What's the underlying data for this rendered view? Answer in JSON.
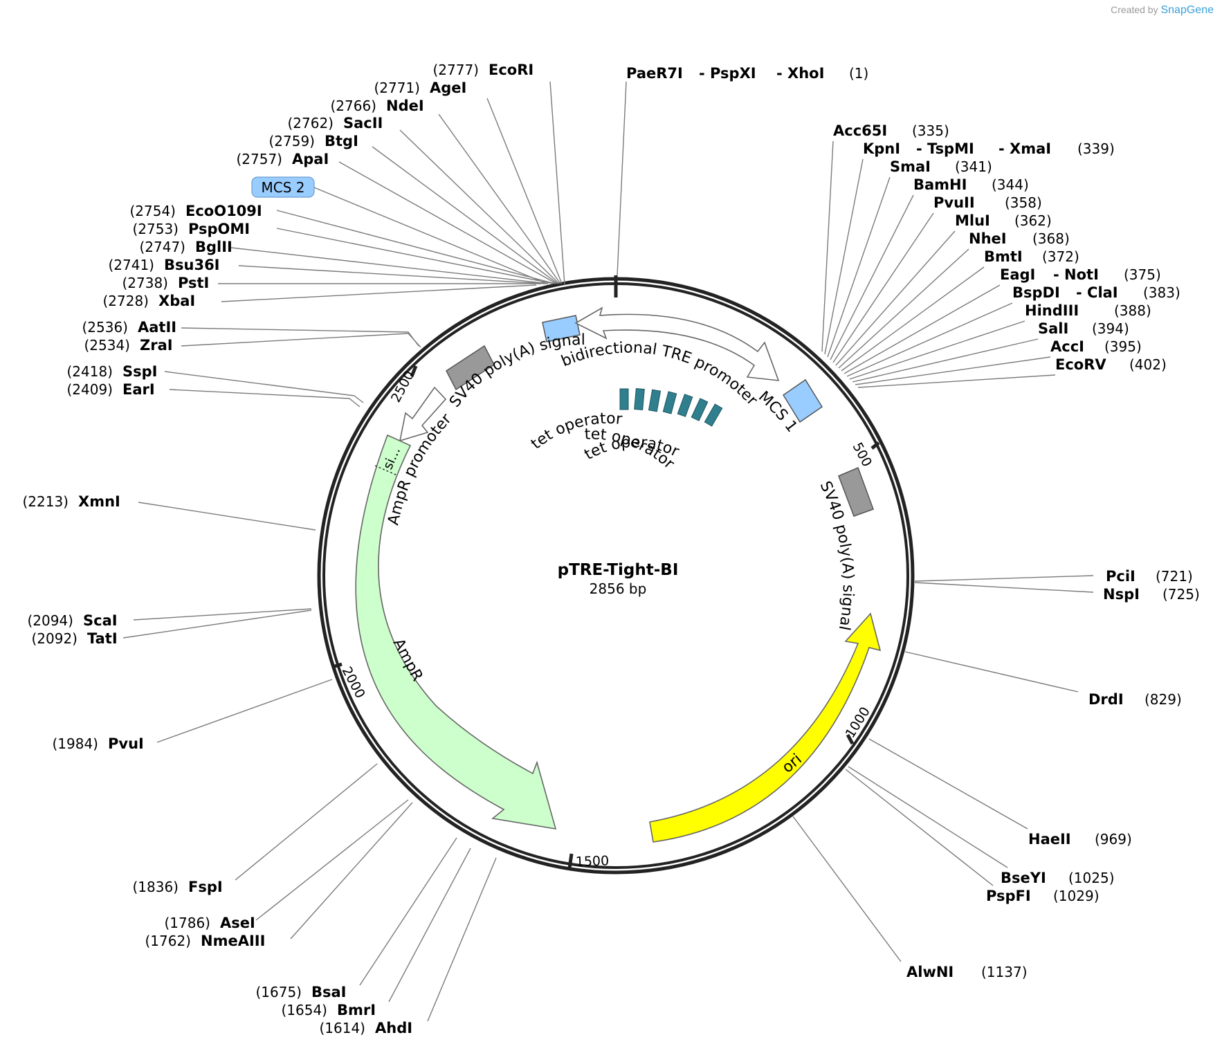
{
  "credit": {
    "prefix": "Created by",
    "brand": "SnapGene"
  },
  "plasmid": {
    "name": "pTRE-Tight-BI",
    "length": "2856 bp"
  },
  "ticks": [
    "500",
    "1000",
    "1500",
    "2000",
    "2500"
  ],
  "features": {
    "sv40_top": "SV40 poly(A) signal",
    "bidir": "bidirectional TRE promoter",
    "mcs1": "MCS 1",
    "mcs2": "MCS 2",
    "sv40_right": "SV40 poly(A) signal",
    "ori": "ori",
    "ampr": "AmpR",
    "ampr_promoter": "AmpR promoter",
    "signal": "si...",
    "tet1": "tet operator",
    "tet2": "tet operator",
    "tet3": "tet operator"
  },
  "sites": {
    "top": {
      "names": [
        "PaeR7I",
        "- PspXI",
        "- XhoI"
      ],
      "pos": "(1)"
    },
    "ecori": {
      "name": "EcoRI",
      "pos": "(2777)"
    },
    "agei": {
      "name": "AgeI",
      "pos": "(2771)"
    },
    "ndei": {
      "name": "NdeI",
      "pos": "(2766)"
    },
    "sacii": {
      "name": "SacII",
      "pos": "(2762)"
    },
    "btgi": {
      "name": "BtgI",
      "pos": "(2759)"
    },
    "apai": {
      "name": "ApaI",
      "pos": "(2757)"
    },
    "eco": {
      "name": "EcoO109I",
      "pos": "(2754)"
    },
    "psp": {
      "name": "PspOMI",
      "pos": "(2753)"
    },
    "bgl": {
      "name": "BglII",
      "pos": "(2747)"
    },
    "bsu": {
      "name": "Bsu36I",
      "pos": "(2741)"
    },
    "pst": {
      "name": "PstI",
      "pos": "(2738)"
    },
    "xba": {
      "name": "XbaI",
      "pos": "(2728)"
    },
    "aat": {
      "name": "AatII",
      "pos": "(2536)"
    },
    "zra": {
      "name": "ZraI",
      "pos": "(2534)"
    },
    "ssp": {
      "name": "SspI",
      "pos": "(2418)"
    },
    "ear": {
      "name": "EarI",
      "pos": "(2409)"
    },
    "xmn": {
      "name": "XmnI",
      "pos": "(2213)"
    },
    "sca": {
      "name": "ScaI",
      "pos": "(2094)"
    },
    "tat": {
      "name": "TatI",
      "pos": "(2092)"
    },
    "pvu": {
      "name": "PvuI",
      "pos": "(1984)"
    },
    "fsp": {
      "name": "FspI",
      "pos": "(1836)"
    },
    "ase": {
      "name": "AseI",
      "pos": "(1786)"
    },
    "nme": {
      "name": "NmeAIII",
      "pos": "(1762)"
    },
    "bsa": {
      "name": "BsaI",
      "pos": "(1675)"
    },
    "bmr": {
      "name": "BmrI",
      "pos": "(1654)"
    },
    "ahd": {
      "name": "AhdI",
      "pos": "(1614)"
    },
    "acc65": {
      "name": "Acc65I",
      "pos": "(335)"
    },
    "kpn": {
      "names": [
        "KpnI",
        "- TspMI",
        "- XmaI"
      ],
      "pos": "(339)"
    },
    "sma": {
      "name": "SmaI",
      "pos": "(341)"
    },
    "bam": {
      "name": "BamHI",
      "pos": "(344)"
    },
    "pvuii": {
      "name": "PvuII",
      "pos": "(358)"
    },
    "mlu": {
      "name": "MluI",
      "pos": "(362)"
    },
    "nhe": {
      "name": "NheI",
      "pos": "(368)"
    },
    "bmt": {
      "name": "BmtI",
      "pos": "(372)"
    },
    "eag": {
      "names": [
        "EagI",
        "- NotI"
      ],
      "pos": "(375)"
    },
    "bspd": {
      "names": [
        "BspDI",
        "- ClaI"
      ],
      "pos": "(383)"
    },
    "hind": {
      "name": "HindIII",
      "pos": "(388)"
    },
    "sal": {
      "name": "SalI",
      "pos": "(394)"
    },
    "acci": {
      "name": "AccI",
      "pos": "(395)"
    },
    "ecorv": {
      "name": "EcoRV",
      "pos": "(402)"
    },
    "pci": {
      "name": "PciI",
      "pos": "(721)"
    },
    "nsp": {
      "name": "NspI",
      "pos": "(725)"
    },
    "drd": {
      "name": "DrdI",
      "pos": "(829)"
    },
    "hae": {
      "name": "HaeII",
      "pos": "(969)"
    },
    "bse": {
      "name": "BseYI",
      "pos": "(1025)"
    },
    "pspfi": {
      "name": "PspFI",
      "pos": "(1029)"
    },
    "alw": {
      "name": "AlwNI",
      "pos": "(1137)"
    }
  },
  "colors": {
    "mcs": "#99ccff",
    "polya": "#999999",
    "tet": "#2f7f8f",
    "ori": "#ffff00",
    "ampr": "#ccffcc",
    "promoter": "#ffffff",
    "brand": "#3aa0d8"
  }
}
